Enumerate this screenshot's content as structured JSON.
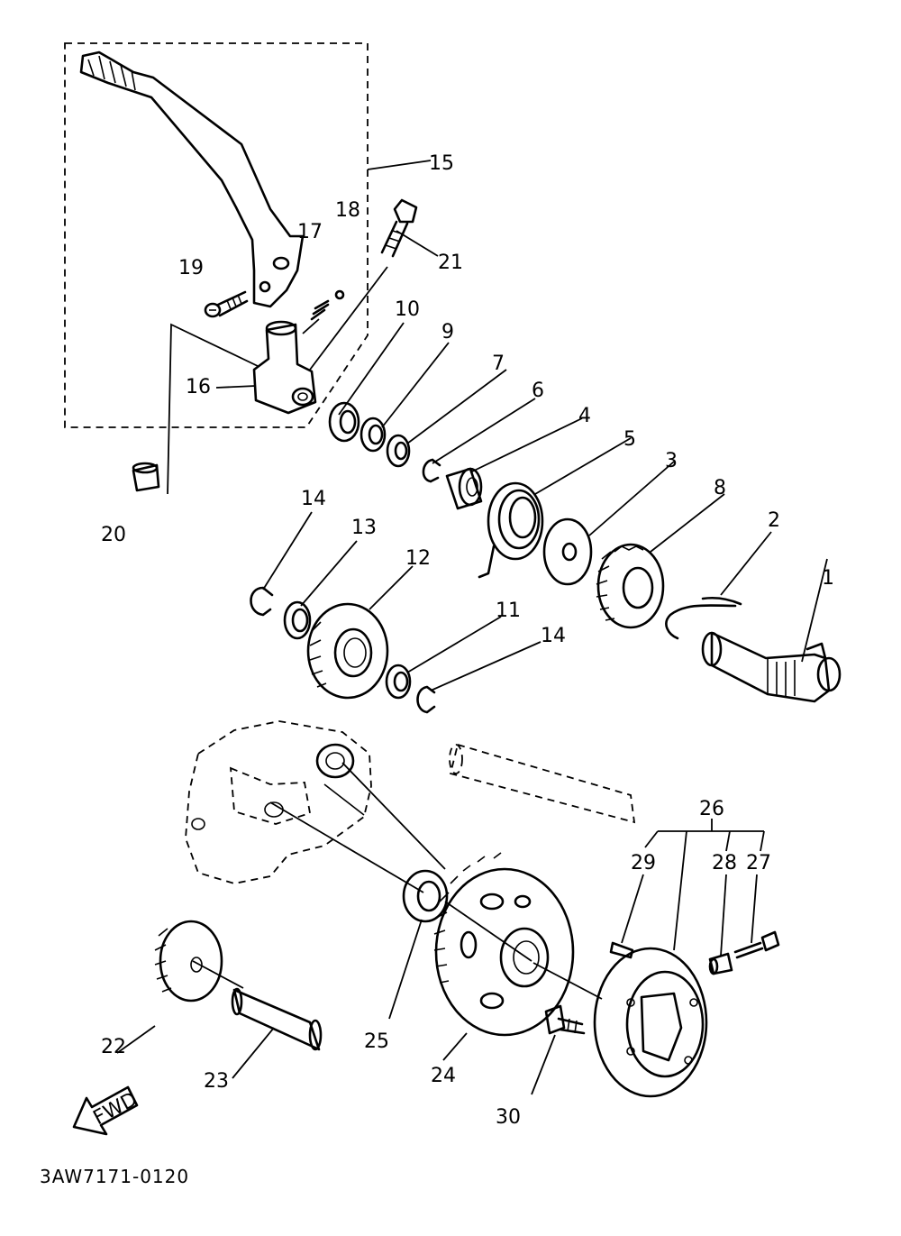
{
  "diagram": {
    "code": "3AW7171-0120",
    "direction_label": "FWD",
    "callouts": [
      {
        "id": "c1",
        "text": "1"
      },
      {
        "id": "c2",
        "text": "2"
      },
      {
        "id": "c3",
        "text": "3"
      },
      {
        "id": "c4",
        "text": "4"
      },
      {
        "id": "c5",
        "text": "5"
      },
      {
        "id": "c6",
        "text": "6"
      },
      {
        "id": "c7",
        "text": "7"
      },
      {
        "id": "c8",
        "text": "8"
      },
      {
        "id": "c9",
        "text": "9"
      },
      {
        "id": "c10",
        "text": "10"
      },
      {
        "id": "c11",
        "text": "11"
      },
      {
        "id": "c12",
        "text": "12"
      },
      {
        "id": "c13",
        "text": "13"
      },
      {
        "id": "c14a",
        "text": "14"
      },
      {
        "id": "c14b",
        "text": "14"
      },
      {
        "id": "c15",
        "text": "15"
      },
      {
        "id": "c16",
        "text": "16"
      },
      {
        "id": "c17",
        "text": "17"
      },
      {
        "id": "c18",
        "text": "18"
      },
      {
        "id": "c19",
        "text": "19"
      },
      {
        "id": "c20",
        "text": "20"
      },
      {
        "id": "c21",
        "text": "21"
      },
      {
        "id": "c22",
        "text": "22"
      },
      {
        "id": "c23",
        "text": "23"
      },
      {
        "id": "c24",
        "text": "24"
      },
      {
        "id": "c25",
        "text": "25"
      },
      {
        "id": "c26",
        "text": "26"
      },
      {
        "id": "c27",
        "text": "27"
      },
      {
        "id": "c28",
        "text": "28"
      },
      {
        "id": "c29",
        "text": "29"
      },
      {
        "id": "c30",
        "text": "30"
      }
    ]
  }
}
